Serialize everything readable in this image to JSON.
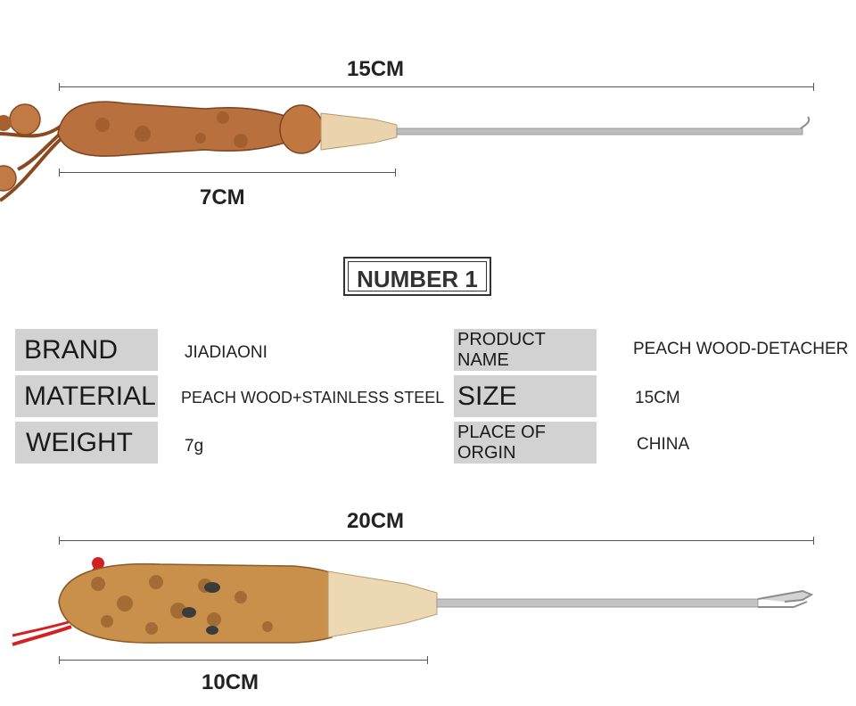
{
  "top_tool": {
    "total_length_label": "15CM",
    "handle_length_label": "7CM"
  },
  "title": "NUMBER 1",
  "specs": {
    "brand": {
      "key": "BRAND",
      "value": "JIADIAONI"
    },
    "material": {
      "key": "MATERIAL",
      "value": "PEACH WOOD+STAINLESS STEEL"
    },
    "weight": {
      "key": "WEIGHT",
      "value": "7g"
    },
    "product_name": {
      "key": "PRODUCT NAME",
      "value": "PEACH WOOD-DETACHER"
    },
    "size": {
      "key": "SIZE",
      "value": "15CM"
    },
    "origin": {
      "key": "PLACE OF ORGIN",
      "value": "CHINA"
    }
  },
  "bottom_tool": {
    "total_length_label": "20CM",
    "handle_length_label": "10CM"
  },
  "colors": {
    "label_bg": "#d2d2d2",
    "wood": "#b8703e",
    "bamboo": "#c8904a",
    "steel": "#b9b9b9"
  }
}
